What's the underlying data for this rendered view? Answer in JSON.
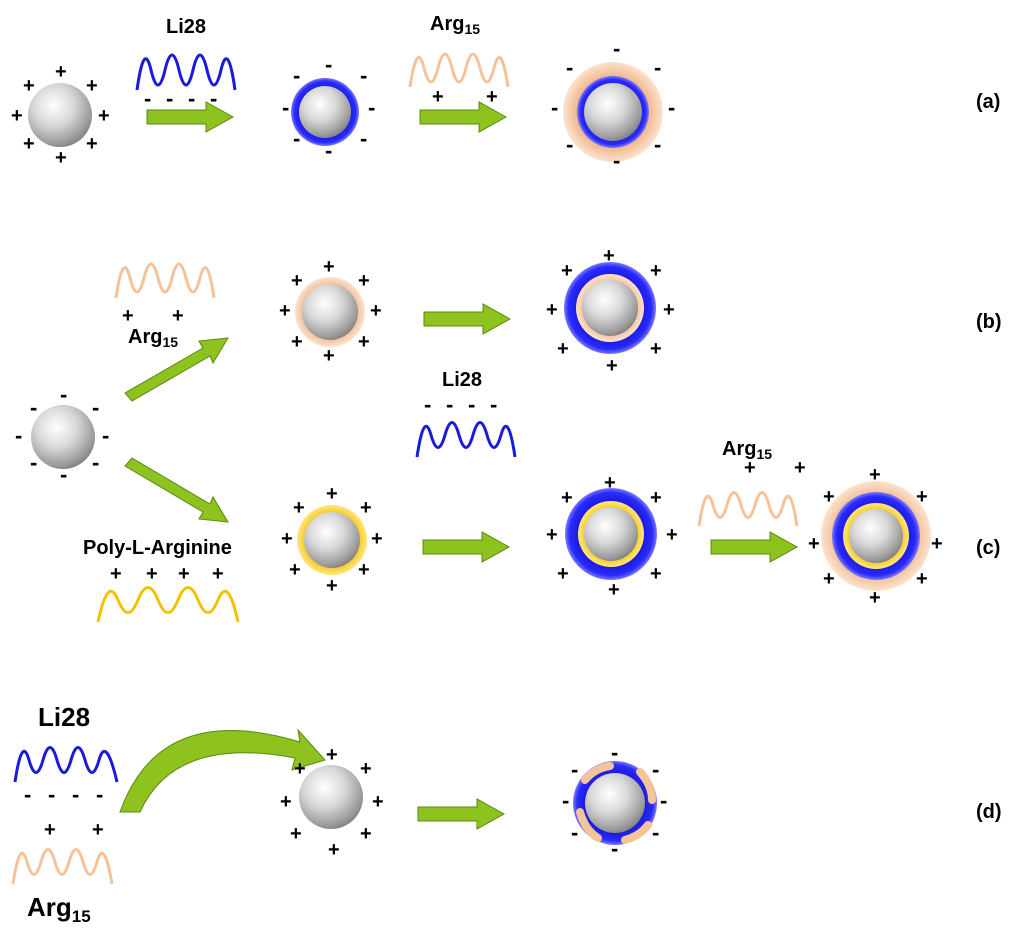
{
  "labels": {
    "li28": "Li28",
    "arg": "Arg",
    "arg_sub": "15",
    "poly_arg": "Poly-L-Arginine"
  },
  "rows": {
    "a": "(a)",
    "b": "(b)",
    "c": "(c)",
    "d": "(d)"
  },
  "charges": {
    "plus": "+",
    "minus": "-"
  },
  "colors": {
    "li28": "#1a1adb",
    "arg15": "#f5c39a",
    "poly_arginine": "#f2c200",
    "arrow": "#8dc21f",
    "sphere": "#c8c8c8"
  }
}
